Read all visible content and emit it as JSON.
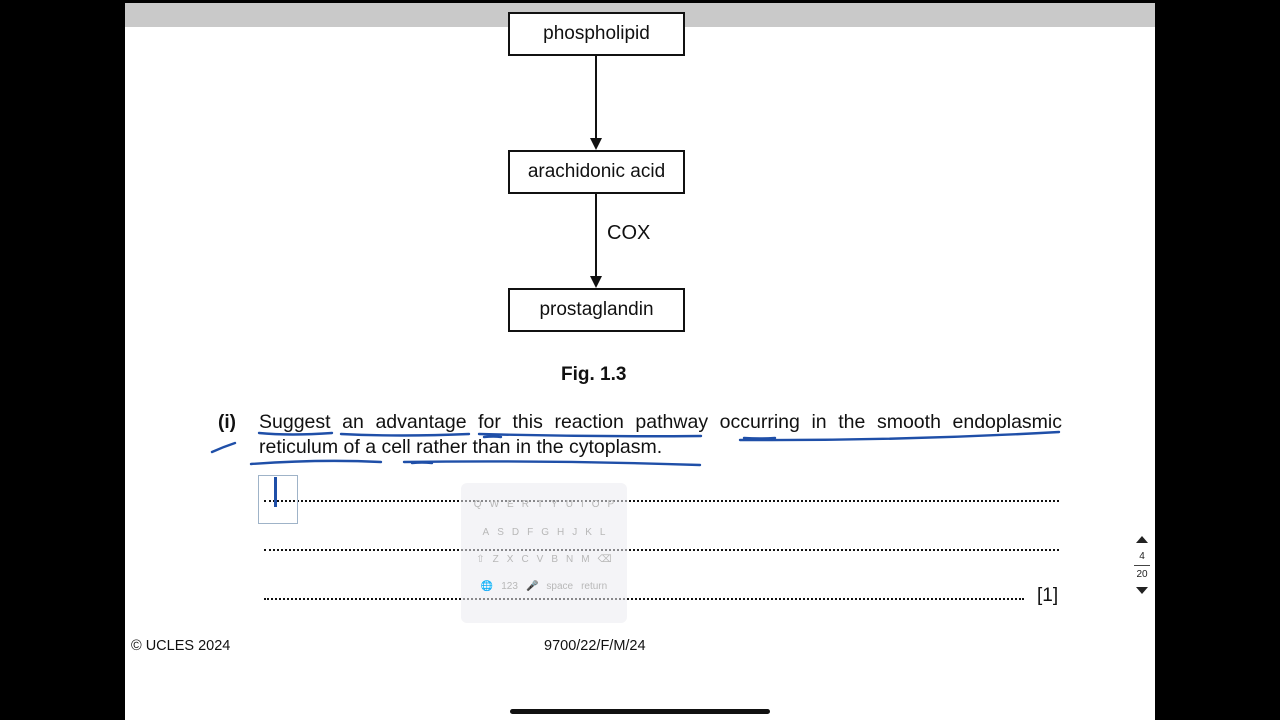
{
  "diagram": {
    "box_top": "phospholipid",
    "box_middle": "arachidonic acid",
    "box_bottom": "prostaglandin",
    "enzyme_label": "COX",
    "caption": "Fig. 1.3"
  },
  "question": {
    "number": "(i)",
    "text": "Suggest an advantage for this reaction pathway occurring in the smooth endoplasmic reticulum of a cell rather than in the cytoplasm.",
    "marks": "[1]"
  },
  "keyboard": {
    "row1": [
      "Q",
      "W",
      "E",
      "R",
      "T",
      "Y",
      "U",
      "I",
      "O",
      "P"
    ],
    "row2": [
      "A",
      "S",
      "D",
      "F",
      "G",
      "H",
      "J",
      "K",
      "L"
    ],
    "row3": [
      "⇧",
      "Z",
      "X",
      "C",
      "V",
      "B",
      "N",
      "M",
      "⌫"
    ],
    "row4": [
      "🌐",
      "123",
      "🎤",
      "space",
      "return"
    ]
  },
  "footer": {
    "copyright": "© UCLES 2024",
    "code": "9700/22/F/M/24"
  },
  "page_nav": {
    "current": "4",
    "total": "20"
  },
  "colors": {
    "ink": "#1f4fa8",
    "page": "#ffffff",
    "background": "#000000"
  }
}
